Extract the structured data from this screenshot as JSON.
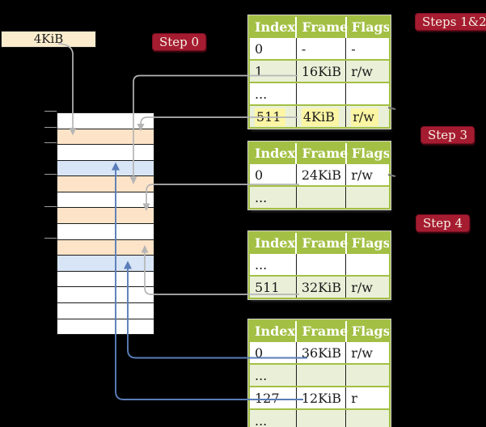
{
  "palette": {
    "background": "#000000",
    "header_green": "#a3c045",
    "row_green": "#eaf0d8",
    "highlight_yellow": "#fcf6a4",
    "badge_red": "#a51c30",
    "badge_border": "#7d0f23",
    "label_cream": "#fbeccd",
    "mem_orange": "#fde4c8",
    "mem_blue": "#d8e5f6",
    "arrow_gray": "#b5b5b5",
    "arrow_blue": "#5a7db8",
    "tick_gray": "#9c9c9c"
  },
  "frame_label": {
    "text": "4KiB"
  },
  "badges": [
    {
      "label": "Step 0"
    },
    {
      "label": "Steps 1&2"
    },
    {
      "label": "Step 3"
    },
    {
      "label": "Step 4"
    }
  ],
  "memory": {
    "rows": [
      "white",
      "orange",
      "white",
      "blue",
      "orange",
      "white",
      "orange",
      "white",
      "orange",
      "blue",
      "white",
      "white",
      "white",
      "white"
    ],
    "tick_y": [
      137,
      157,
      176,
      215,
      255,
      294
    ]
  },
  "tables": [
    {
      "headers": [
        "Index",
        "Frame",
        "Flags"
      ],
      "rows": [
        {
          "cells": [
            "0",
            "-",
            "-"
          ]
        },
        {
          "cells": [
            "1",
            "16KiB",
            "r/w"
          ]
        },
        {
          "cells": [
            "...",
            "",
            ""
          ]
        },
        {
          "cells": [
            "511",
            "4KiB",
            "r/w"
          ],
          "highlighted": true
        }
      ]
    },
    {
      "headers": [
        "Index",
        "Frame",
        "Flags"
      ],
      "rows": [
        {
          "cells": [
            "0",
            "24KiB",
            "r/w"
          ]
        },
        {
          "cells": [
            "...",
            "",
            ""
          ]
        }
      ]
    },
    {
      "headers": [
        "Index",
        "Frame",
        "Flags"
      ],
      "rows": [
        {
          "cells": [
            "...",
            "",
            ""
          ]
        },
        {
          "cells": [
            "511",
            "32KiB",
            "r/w"
          ]
        }
      ]
    },
    {
      "headers": [
        "Index",
        "Frame",
        "Flags"
      ],
      "rows": [
        {
          "cells": [
            "0",
            "36KiB",
            "r/w"
          ]
        },
        {
          "cells": [
            "...",
            "",
            ""
          ]
        },
        {
          "cells": [
            "127",
            "12KiB",
            "r"
          ]
        },
        {
          "cells": [
            "...",
            "",
            ""
          ]
        }
      ]
    }
  ]
}
